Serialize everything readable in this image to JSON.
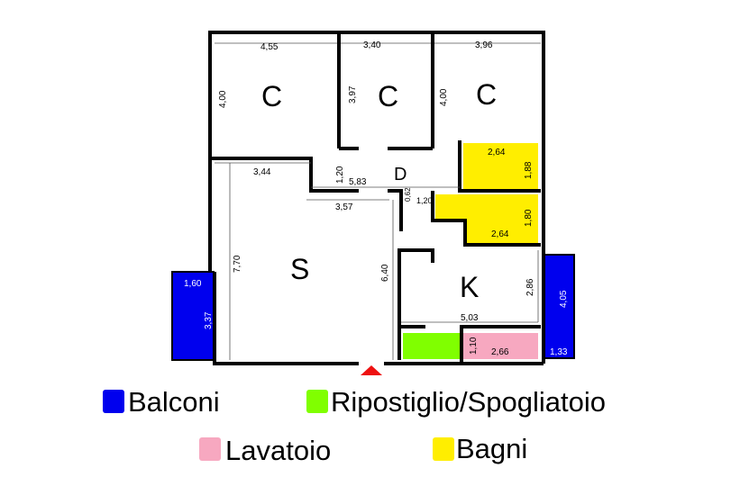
{
  "colors": {
    "balconi": "#0000ee",
    "ripostiglio": "#80ff00",
    "lavatoio": "#f7a8c0",
    "bagni": "#ffee00",
    "entrance": "#ee1111"
  },
  "rooms": {
    "c1": "C",
    "c2": "C",
    "c3": "C",
    "d": "D",
    "s": "S",
    "k": "K"
  },
  "dims": {
    "c1_w": "4,55",
    "c1_h": "4,00",
    "c2_w": "3,40",
    "c2_h": "3,97",
    "c3_w": "3,96",
    "c3_h": "4,00",
    "bath1_w": "2,64",
    "bath1_h": "1,88",
    "bath2_h": "1,80",
    "bath2_w": "2,64",
    "hall_h": "1,20",
    "hall_w": "5,83",
    "s_w1": "3,44",
    "s_w2": "3,57",
    "small_h": "0,62",
    "small_w": "1,20",
    "s_h": "7,70",
    "s_h2": "6,40",
    "k_h": "2,86",
    "k_w": "5,03",
    "lav_h": "1,10",
    "lav_w": "2,66",
    "balc_l_w": "1,60",
    "balc_l_h": "3,37",
    "balc_r_h": "4,05",
    "balc_r_w": "1,33"
  },
  "legend": [
    {
      "label": "Balconi"
    },
    {
      "label": "Ripostiglio/Spogliatoio"
    },
    {
      "label": "Lavatoio"
    },
    {
      "label": "Bagni"
    }
  ]
}
